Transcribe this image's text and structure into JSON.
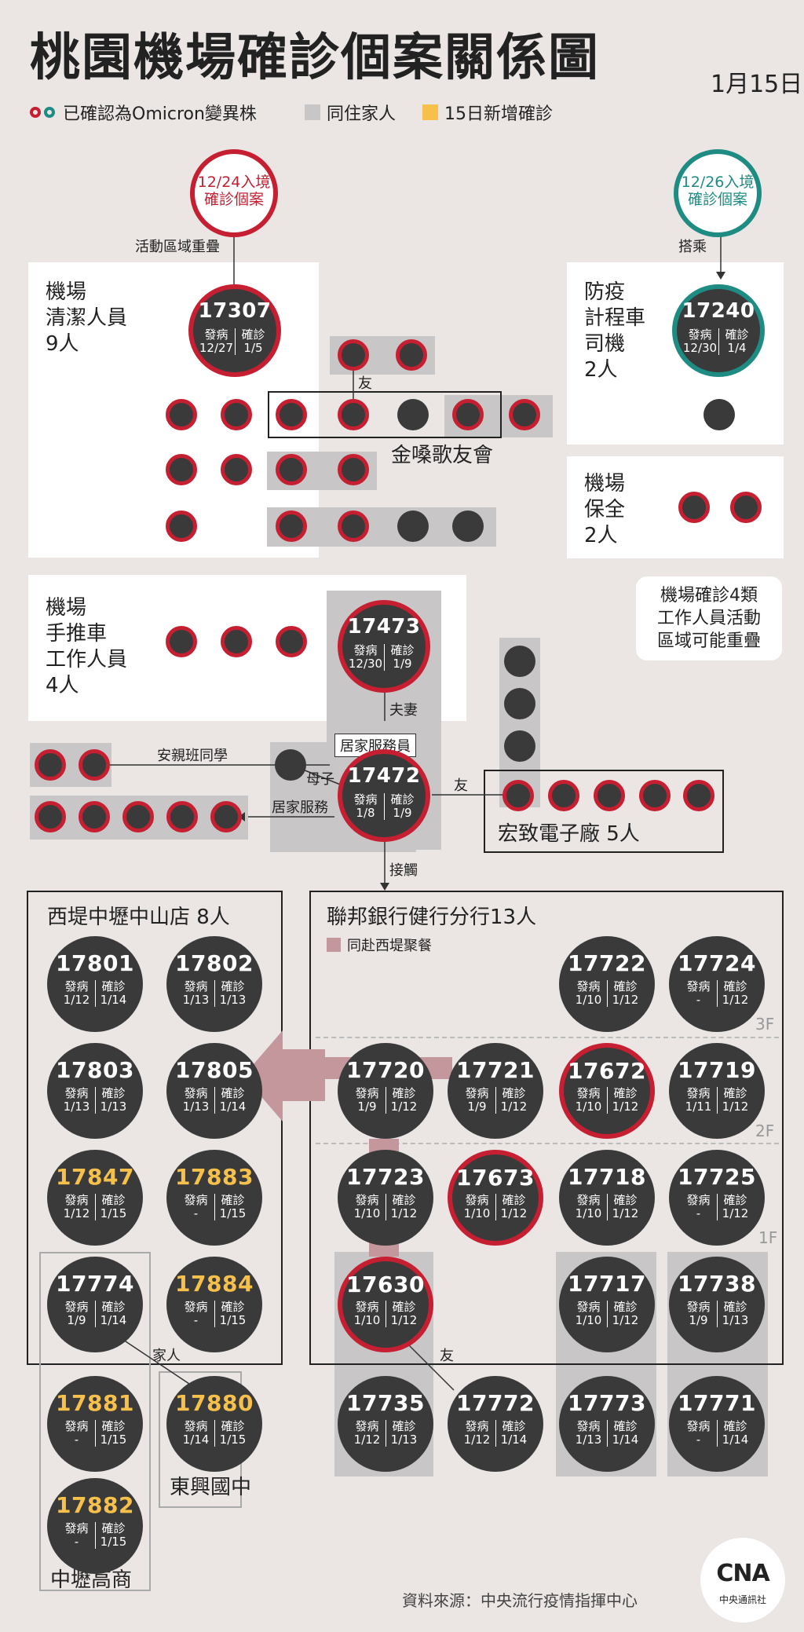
{
  "header": {
    "title": "桃園機場確診個案關係圖",
    "date": "1月15日"
  },
  "legend": {
    "omicron": "已確認為Omicron變異株",
    "household": "同住家人",
    "new_today": "15日新增確診"
  },
  "sources": {
    "a": {
      "line1": "12/24入境",
      "line2": "確診個案",
      "edge": "活動區域重疊"
    },
    "b": {
      "line1": "12/26入境",
      "line2": "確診個案",
      "edge": "搭乘"
    }
  },
  "groups": {
    "cleaning": "機場\n清潔人員\n9人",
    "taxi": "防疫\n計程車\n司機\n2人",
    "security": "機場\n保全\n2人",
    "cart": "機場\n手推車\n工作人員\n4人",
    "choir": "金嗓歌友會",
    "hongzhi": "宏致電子廠 5人",
    "xiti": "西堤中壢中山店 8人",
    "bank": "聯邦銀行健行分行13人",
    "bank_legend": "同赴西堤聚餐",
    "dongxing": "東興國中",
    "zhongli": "中壢高商"
  },
  "relations": {
    "friend": "友",
    "spouse": "夫妻",
    "home_service_staff": "居家服務員",
    "mother_son": "母子",
    "home_service": "居家服務",
    "classmate": "安親班同學",
    "contact": "接觸",
    "family": "家人"
  },
  "floors": [
    "3F",
    "2F",
    "1F"
  ],
  "note": "機場確診4類\n工作人員活動\n區域可能重疊",
  "labels": {
    "onset": "發病",
    "confirm": "確診"
  },
  "cases": {
    "c17307": {
      "id": "17307",
      "onset": "12/27",
      "confirm": "1/5"
    },
    "c17240": {
      "id": "17240",
      "onset": "12/30",
      "confirm": "1/4"
    },
    "c17473": {
      "id": "17473",
      "onset": "12/30",
      "confirm": "1/9"
    },
    "c17472": {
      "id": "17472",
      "onset": "1/8",
      "confirm": "1/9"
    },
    "c17801": {
      "id": "17801",
      "onset": "1/12",
      "confirm": "1/14"
    },
    "c17802": {
      "id": "17802",
      "onset": "1/13",
      "confirm": "1/13"
    },
    "c17803": {
      "id": "17803",
      "onset": "1/13",
      "confirm": "1/13"
    },
    "c17805": {
      "id": "17805",
      "onset": "1/13",
      "confirm": "1/14"
    },
    "c17847": {
      "id": "17847",
      "onset": "1/12",
      "confirm": "1/15"
    },
    "c17883": {
      "id": "17883",
      "onset": "-",
      "confirm": "1/15"
    },
    "c17774": {
      "id": "17774",
      "onset": "1/9",
      "confirm": "1/14"
    },
    "c17884": {
      "id": "17884",
      "onset": "-",
      "confirm": "1/15"
    },
    "c17881": {
      "id": "17881",
      "onset": "-",
      "confirm": "1/15"
    },
    "c17880": {
      "id": "17880",
      "onset": "1/14",
      "confirm": "1/15"
    },
    "c17882": {
      "id": "17882",
      "onset": "-",
      "confirm": "1/15"
    },
    "c17722": {
      "id": "17722",
      "onset": "1/10",
      "confirm": "1/12"
    },
    "c17724": {
      "id": "17724",
      "onset": "-",
      "confirm": "1/12"
    },
    "c17720": {
      "id": "17720",
      "onset": "1/9",
      "confirm": "1/12"
    },
    "c17721": {
      "id": "17721",
      "onset": "1/9",
      "confirm": "1/12"
    },
    "c17672": {
      "id": "17672",
      "onset": "1/10",
      "confirm": "1/12"
    },
    "c17719": {
      "id": "17719",
      "onset": "1/11",
      "confirm": "1/12"
    },
    "c17723": {
      "id": "17723",
      "onset": "1/10",
      "confirm": "1/12"
    },
    "c17673": {
      "id": "17673",
      "onset": "1/10",
      "confirm": "1/12"
    },
    "c17718": {
      "id": "17718",
      "onset": "1/10",
      "confirm": "1/12"
    },
    "c17725": {
      "id": "17725",
      "onset": "-",
      "confirm": "1/12"
    },
    "c17630": {
      "id": "17630",
      "onset": "1/10",
      "confirm": "1/12"
    },
    "c17717": {
      "id": "17717",
      "onset": "1/10",
      "confirm": "1/12"
    },
    "c17738": {
      "id": "17738",
      "onset": "1/9",
      "confirm": "1/13"
    },
    "c17735": {
      "id": "17735",
      "onset": "1/12",
      "confirm": "1/13"
    },
    "c17772": {
      "id": "17772",
      "onset": "1/12",
      "confirm": "1/14"
    },
    "c17773": {
      "id": "17773",
      "onset": "1/13",
      "confirm": "1/14"
    },
    "c17771": {
      "id": "17771",
      "onset": "-",
      "confirm": "1/14"
    }
  },
  "credits": {
    "source": "資料來源：中央流行疫情指揮中心",
    "logo": "CNA",
    "logo_sub": "中央通訊社"
  },
  "colors": {
    "omicron_red": "#c51f31",
    "omicron_teal": "#1f8c84",
    "household_grey": "#c8c6c6",
    "new_yellow": "#f7c04a",
    "case_dark": "#3a3a3a"
  }
}
